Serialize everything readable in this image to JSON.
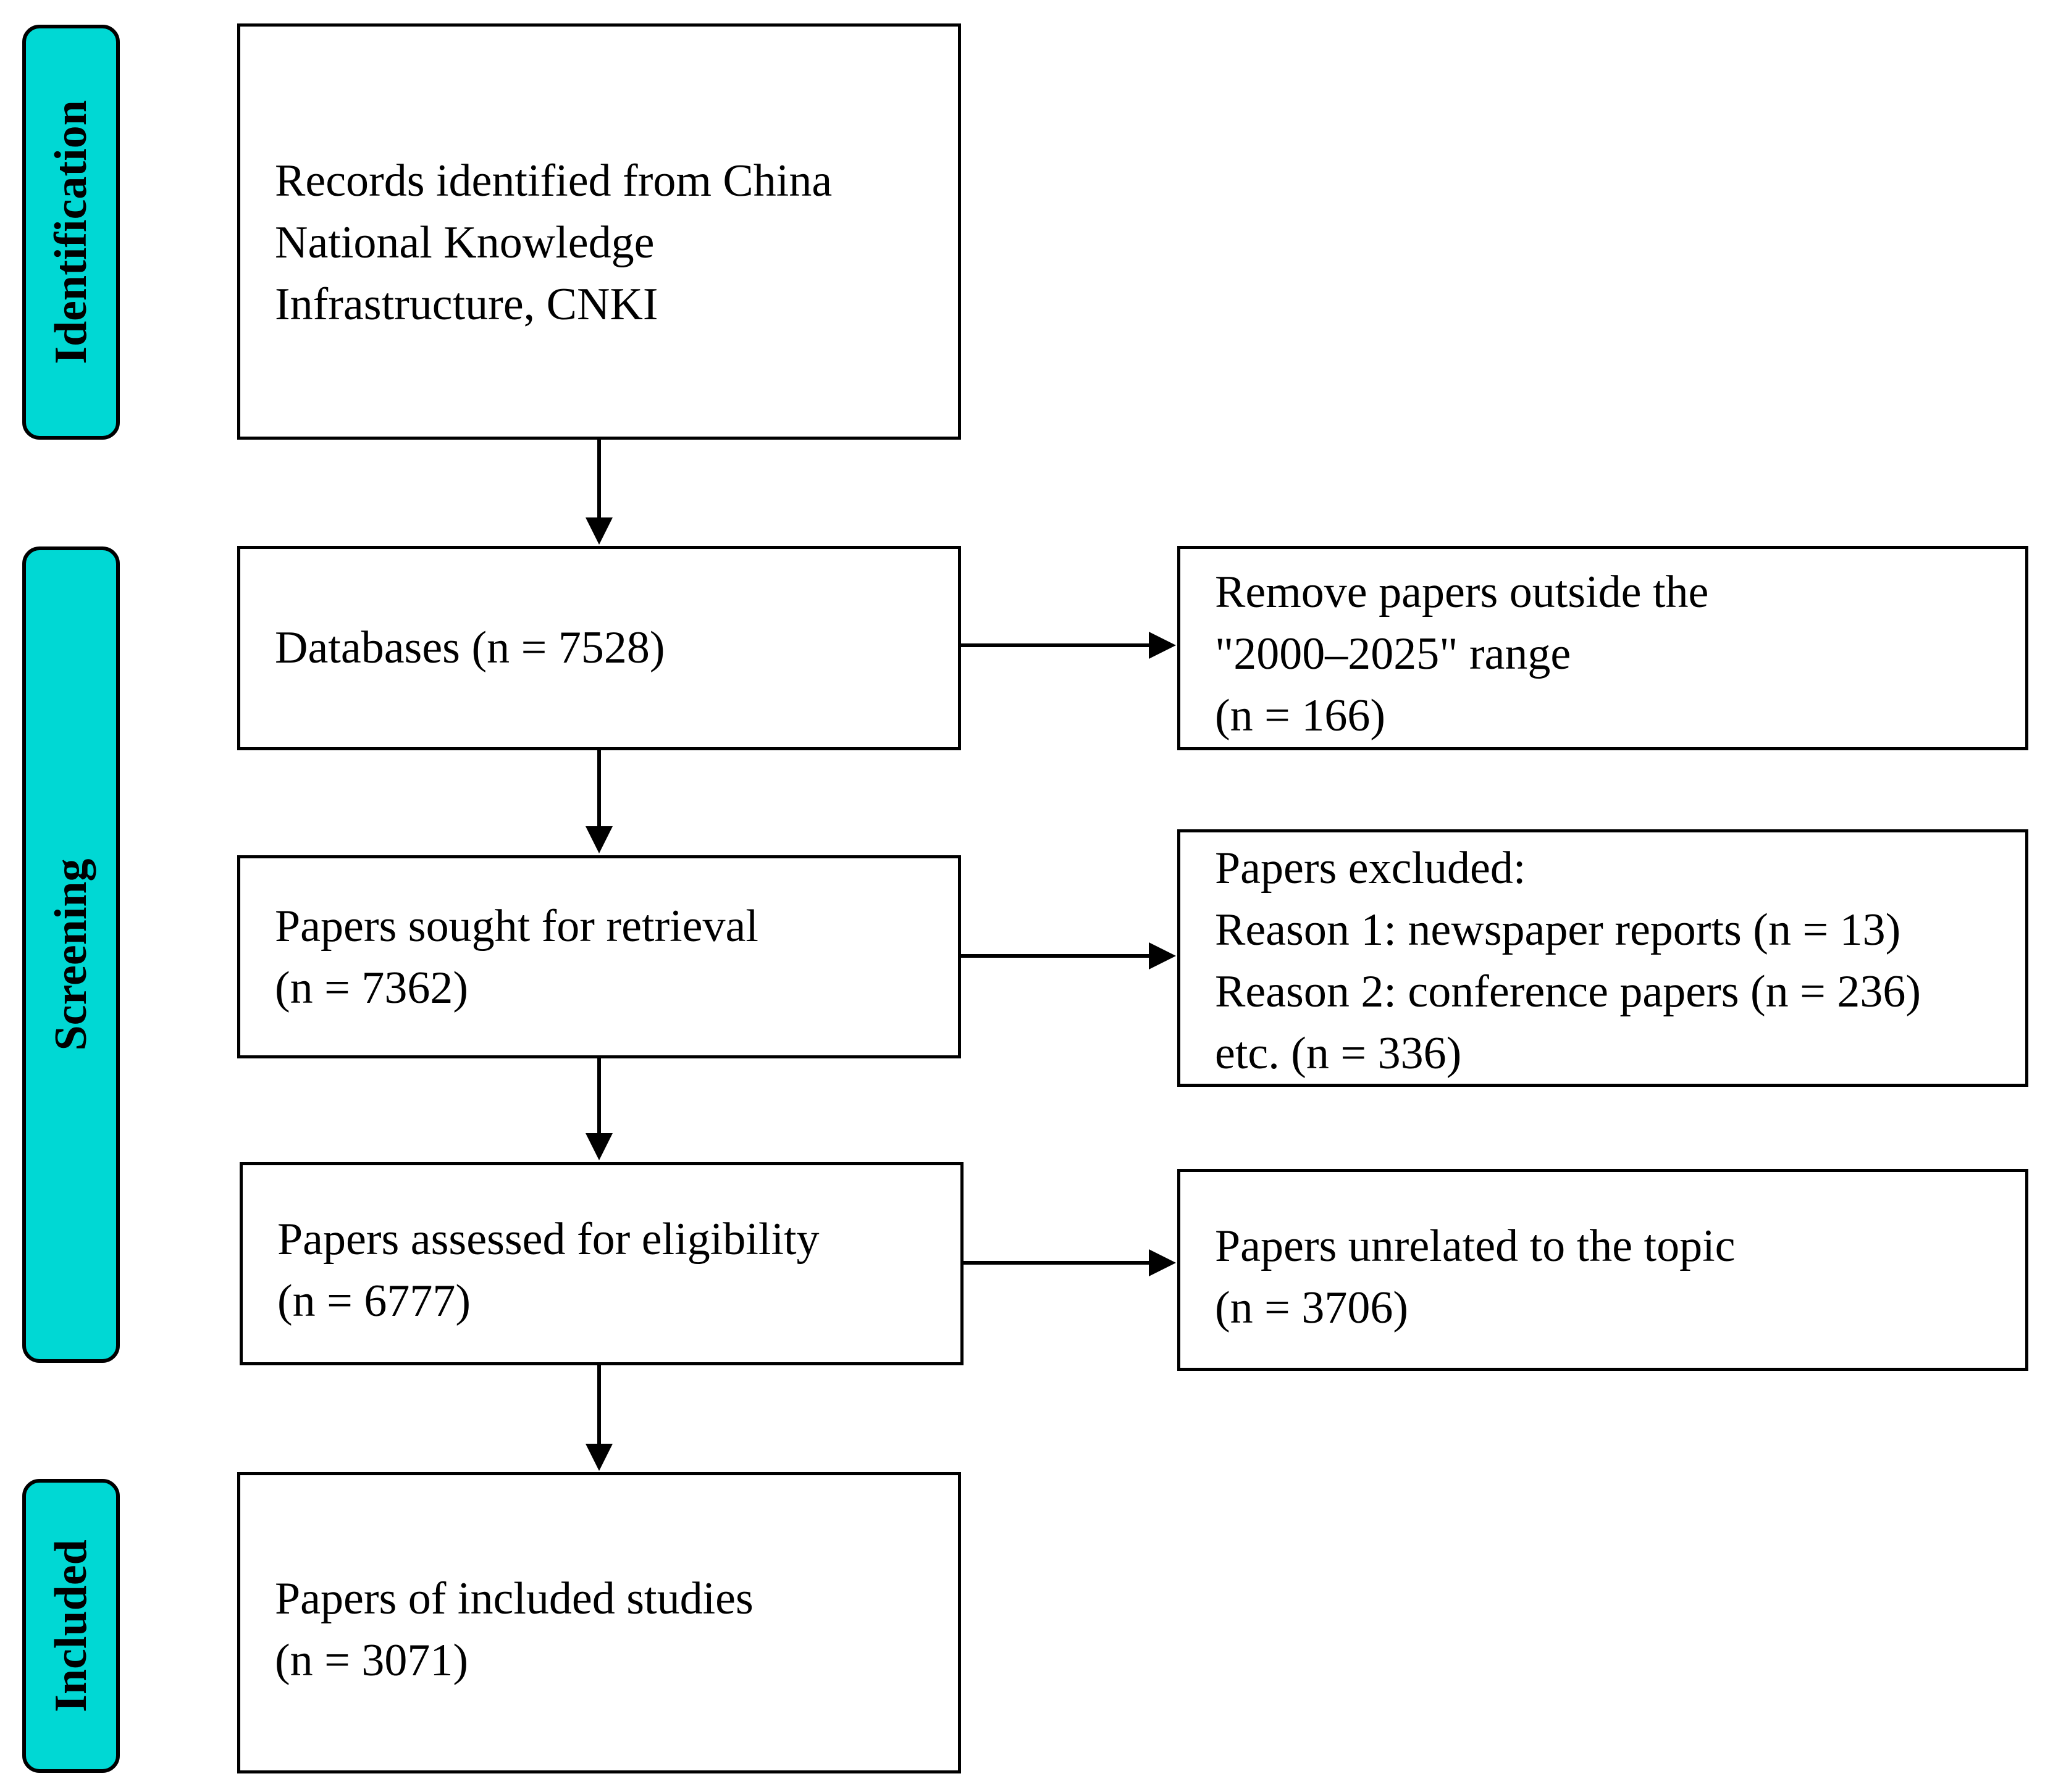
{
  "phases": {
    "identification": "Identification",
    "screening": "Screening",
    "included": "Included"
  },
  "boxes": {
    "records_identified": "Records identified from China\nNational Knowledge\nInfrastructure, CNKI",
    "databases": "Databases (n = 7528)",
    "removed_outside_range": "Remove papers outside the\n\"2000–2025\" range\n(n = 166)",
    "sought_for_retrieval": "Papers sought for retrieval\n (n = 7362)",
    "excluded": "Papers excluded:\nReason 1: newspaper reports (n = 13)\nReason 2: conference papers (n = 236)\netc.  (n = 336)",
    "assessed_for_eligibility": "Papers assessed for eligibility\n(n = 6777)",
    "unrelated_topic": "Papers unrelated to the topic\n(n = 3706)",
    "included_studies": "Papers of included studies\n(n = 3071)"
  }
}
